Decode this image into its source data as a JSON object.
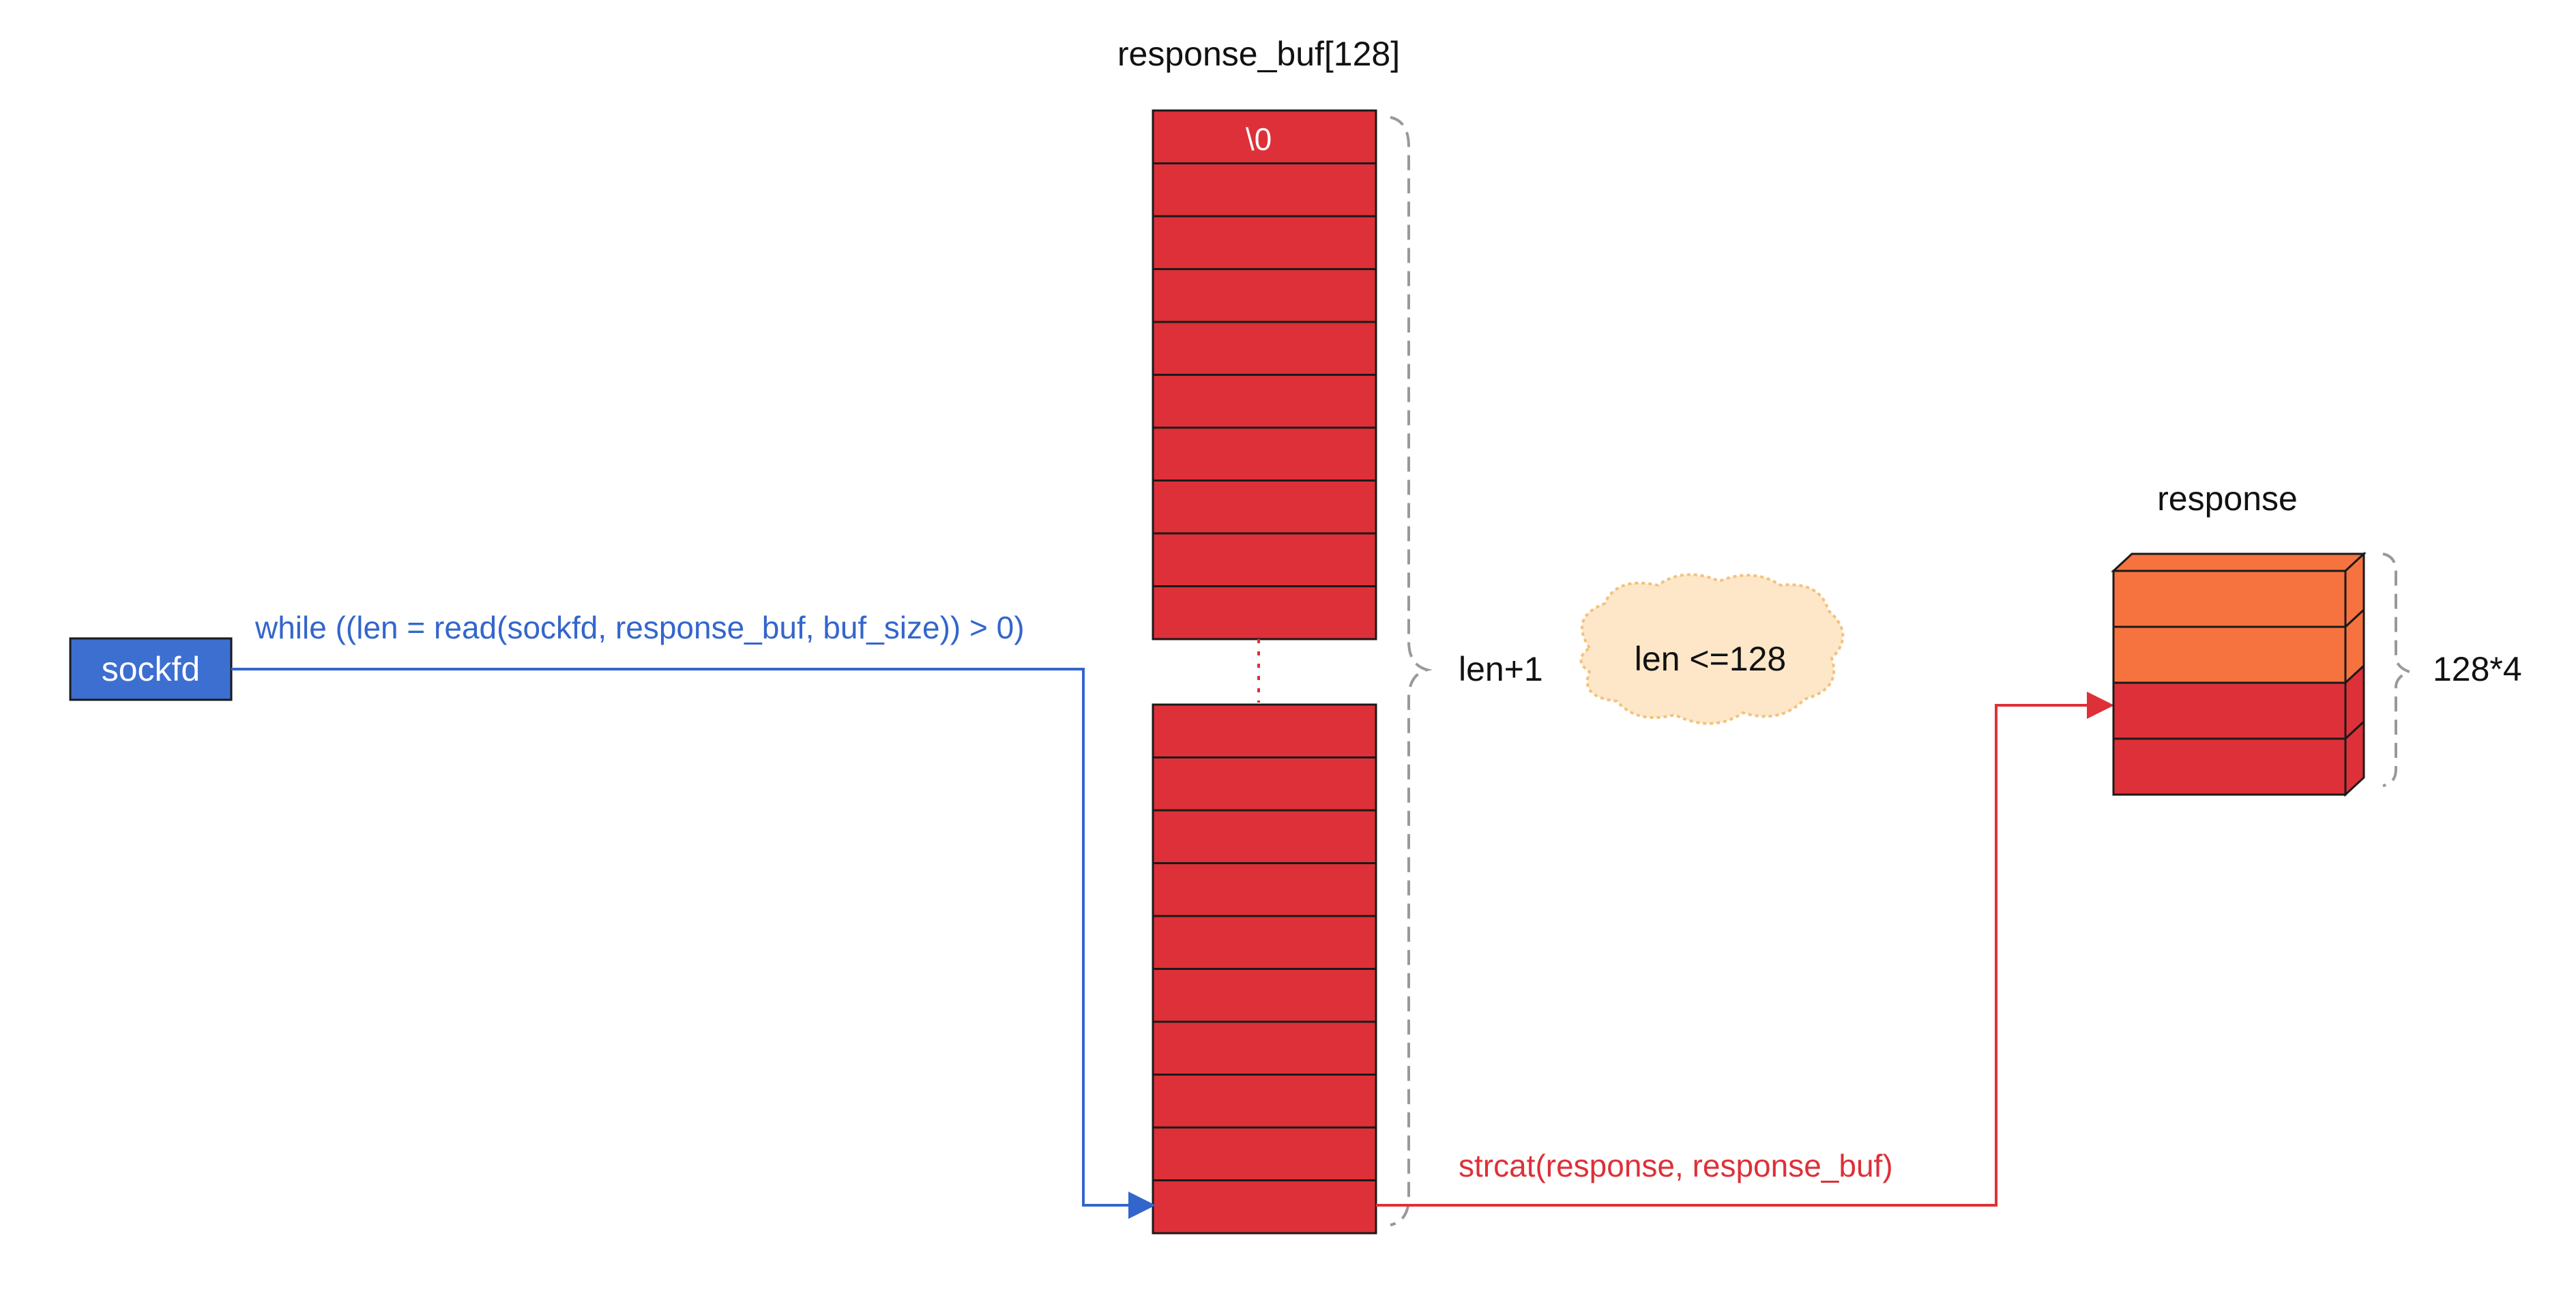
{
  "buffer": {
    "title": "response_buf[128]",
    "first_cell_label": "\\0",
    "brace_label": "len+1"
  },
  "cloud": {
    "label": "len <=128"
  },
  "source": {
    "label": "sockfd"
  },
  "read_loop": {
    "label": "while ((len = read(sockfd, response_buf, buf_size)) > 0)"
  },
  "strcat": {
    "label": "strcat(response, response_buf)"
  },
  "response": {
    "title": "response",
    "brace_label": "128*4"
  },
  "colors": {
    "cell_red": "#de3038",
    "cell_orange": "#f6733f",
    "read_blue": "#3366cc",
    "strcat_red": "#de3038",
    "cloud_fill": "#fde7c8",
    "cloud_stroke": "#f2c27c",
    "brace_gray": "#999999",
    "sockfd_box": "#3c6fd0"
  }
}
